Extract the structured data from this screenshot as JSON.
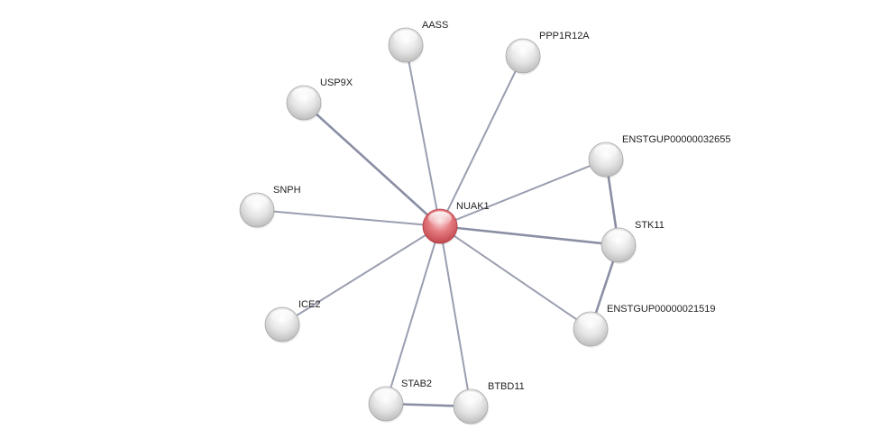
{
  "network": {
    "colors": {
      "query_node": "#d9545c",
      "partner_node": "#d6d6d6",
      "edge": "#9a9eb0",
      "edge_strong": "#8a8ea4",
      "label": "#222222"
    },
    "nodes": [
      {
        "id": "NUAK1",
        "label": "NUAK1",
        "role": "query"
      },
      {
        "id": "AASS",
        "label": "AASS",
        "role": "partner"
      },
      {
        "id": "PPP1R12A",
        "label": "PPP1R12A",
        "role": "partner"
      },
      {
        "id": "USP9X",
        "label": "USP9X",
        "role": "partner"
      },
      {
        "id": "ENSTGUP00000032655",
        "label": "ENSTGUP00000032655",
        "role": "partner"
      },
      {
        "id": "SNPH",
        "label": "SNPH",
        "role": "partner"
      },
      {
        "id": "STK11",
        "label": "STK11",
        "role": "partner"
      },
      {
        "id": "ICE2",
        "label": "ICE2",
        "role": "partner"
      },
      {
        "id": "ENSTGUP00000021519",
        "label": "ENSTGUP00000021519",
        "role": "partner"
      },
      {
        "id": "STAB2",
        "label": "STAB2",
        "role": "partner"
      },
      {
        "id": "BTBD11",
        "label": "BTBD11",
        "role": "partner"
      }
    ],
    "edges": [
      {
        "source": "NUAK1",
        "target": "AASS",
        "strength": "normal"
      },
      {
        "source": "NUAK1",
        "target": "PPP1R12A",
        "strength": "normal"
      },
      {
        "source": "NUAK1",
        "target": "USP9X",
        "strength": "strong"
      },
      {
        "source": "NUAK1",
        "target": "ENSTGUP00000032655",
        "strength": "normal"
      },
      {
        "source": "NUAK1",
        "target": "SNPH",
        "strength": "normal"
      },
      {
        "source": "NUAK1",
        "target": "STK11",
        "strength": "strong"
      },
      {
        "source": "NUAK1",
        "target": "ICE2",
        "strength": "normal"
      },
      {
        "source": "NUAK1",
        "target": "ENSTGUP00000021519",
        "strength": "normal"
      },
      {
        "source": "NUAK1",
        "target": "STAB2",
        "strength": "normal"
      },
      {
        "source": "NUAK1",
        "target": "BTBD11",
        "strength": "normal"
      },
      {
        "source": "ENSTGUP00000032655",
        "target": "STK11",
        "strength": "strong"
      },
      {
        "source": "STK11",
        "target": "ENSTGUP00000021519",
        "strength": "strong"
      },
      {
        "source": "STAB2",
        "target": "BTBD11",
        "strength": "strong"
      }
    ]
  }
}
